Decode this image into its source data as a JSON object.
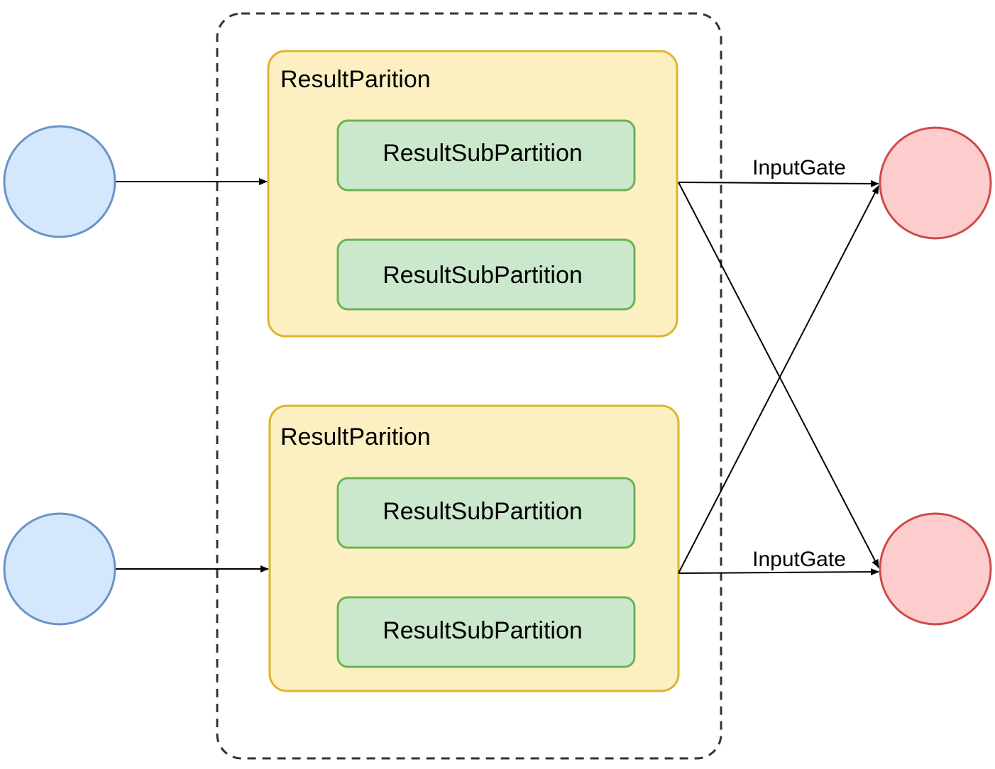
{
  "colors": {
    "producer_fill": "#d4e7fc",
    "producer_stroke": "#6a93c9",
    "consumer_fill": "#fdcccc",
    "consumer_stroke": "#cf4a4a",
    "partition_fill": "#fcf0c2",
    "partition_stroke": "#dcb52a",
    "subpartition_fill": "#cbe8cd",
    "subpartition_stroke": "#6ab351",
    "dashed_border": "#333333",
    "edge": "#000000"
  },
  "result_partitions": [
    {
      "label": "ResultParition",
      "subpartitions": [
        {
          "label": "ResultSubPartition"
        },
        {
          "label": "ResultSubPartition"
        }
      ]
    },
    {
      "label": "ResultParition",
      "subpartitions": [
        {
          "label": "ResultSubPartition"
        },
        {
          "label": "ResultSubPartition"
        }
      ]
    }
  ],
  "edge_labels": {
    "top": "InputGate",
    "bottom": "InputGate"
  }
}
